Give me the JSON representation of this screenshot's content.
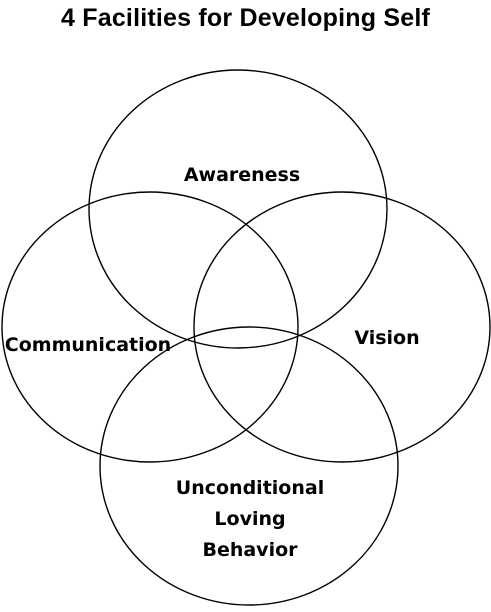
{
  "title": "4 Facilities for Developing Self",
  "circles": {
    "top": {
      "label": "Awareness"
    },
    "left": {
      "label": "Communication"
    },
    "right": {
      "label": "Vision"
    },
    "bottom": {
      "label_lines": [
        "Unconditional",
        "Loving",
        "Behavior"
      ]
    }
  }
}
